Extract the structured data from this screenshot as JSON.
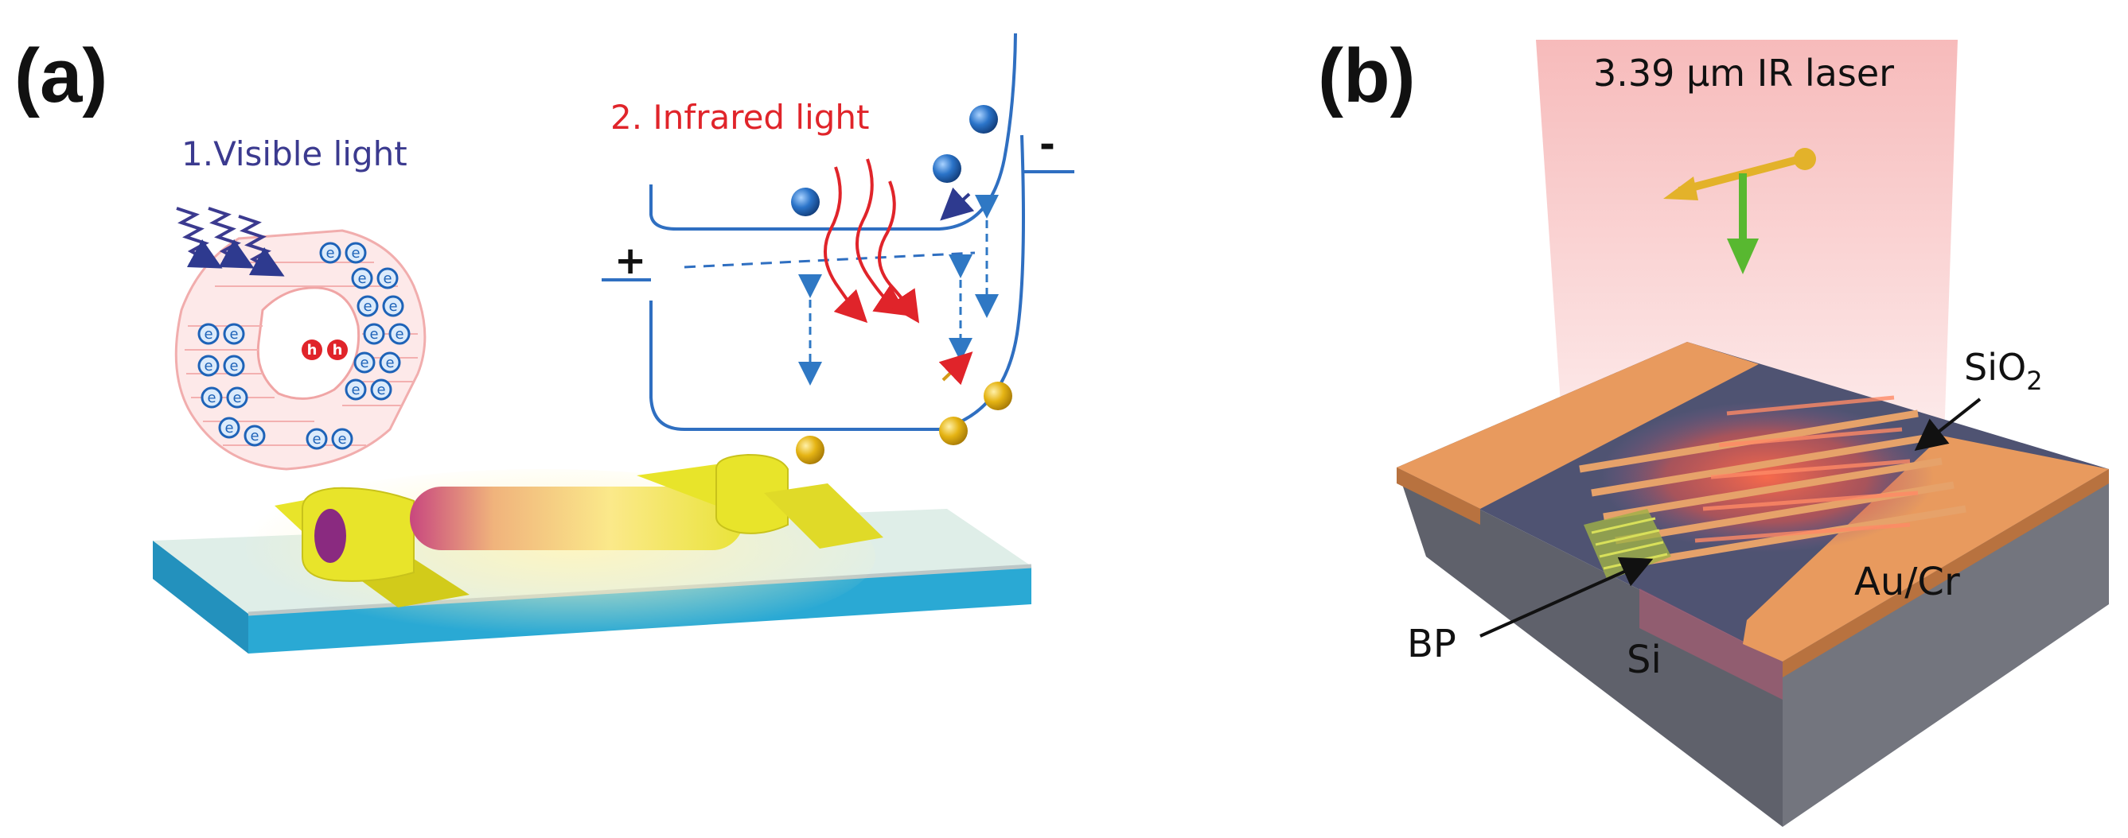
{
  "panel_a": {
    "label": "(a)",
    "visible_light_label": "1.Visible light",
    "infrared_light_label": "2. Infrared light",
    "plus_sign": "+",
    "minus_sign": "-",
    "electron_symbol": "e",
    "hole_symbol": "h",
    "colors": {
      "visible": "#3b3a8f",
      "infrared": "#e0242a",
      "band_line": "#2f6fc1",
      "substrate": "#2aa9d4",
      "electrode": "#e8e42a",
      "electron": "#1e63b8",
      "hole_particle": "#e5b414"
    }
  },
  "panel_b": {
    "label": "(b)",
    "laser_label": "3.39 μm IR laser",
    "sio2_label": "SiO",
    "sio2_subscript": "2",
    "aucr_label": "Au/Cr",
    "bp_label": "BP",
    "si_label": "Si",
    "colors": {
      "laser": "#f3a5a5",
      "gold_pad": "#e89a5e",
      "substrate": "#6b6d76",
      "arrow_gold": "#e3b22a",
      "arrow_green": "#58b830"
    }
  }
}
